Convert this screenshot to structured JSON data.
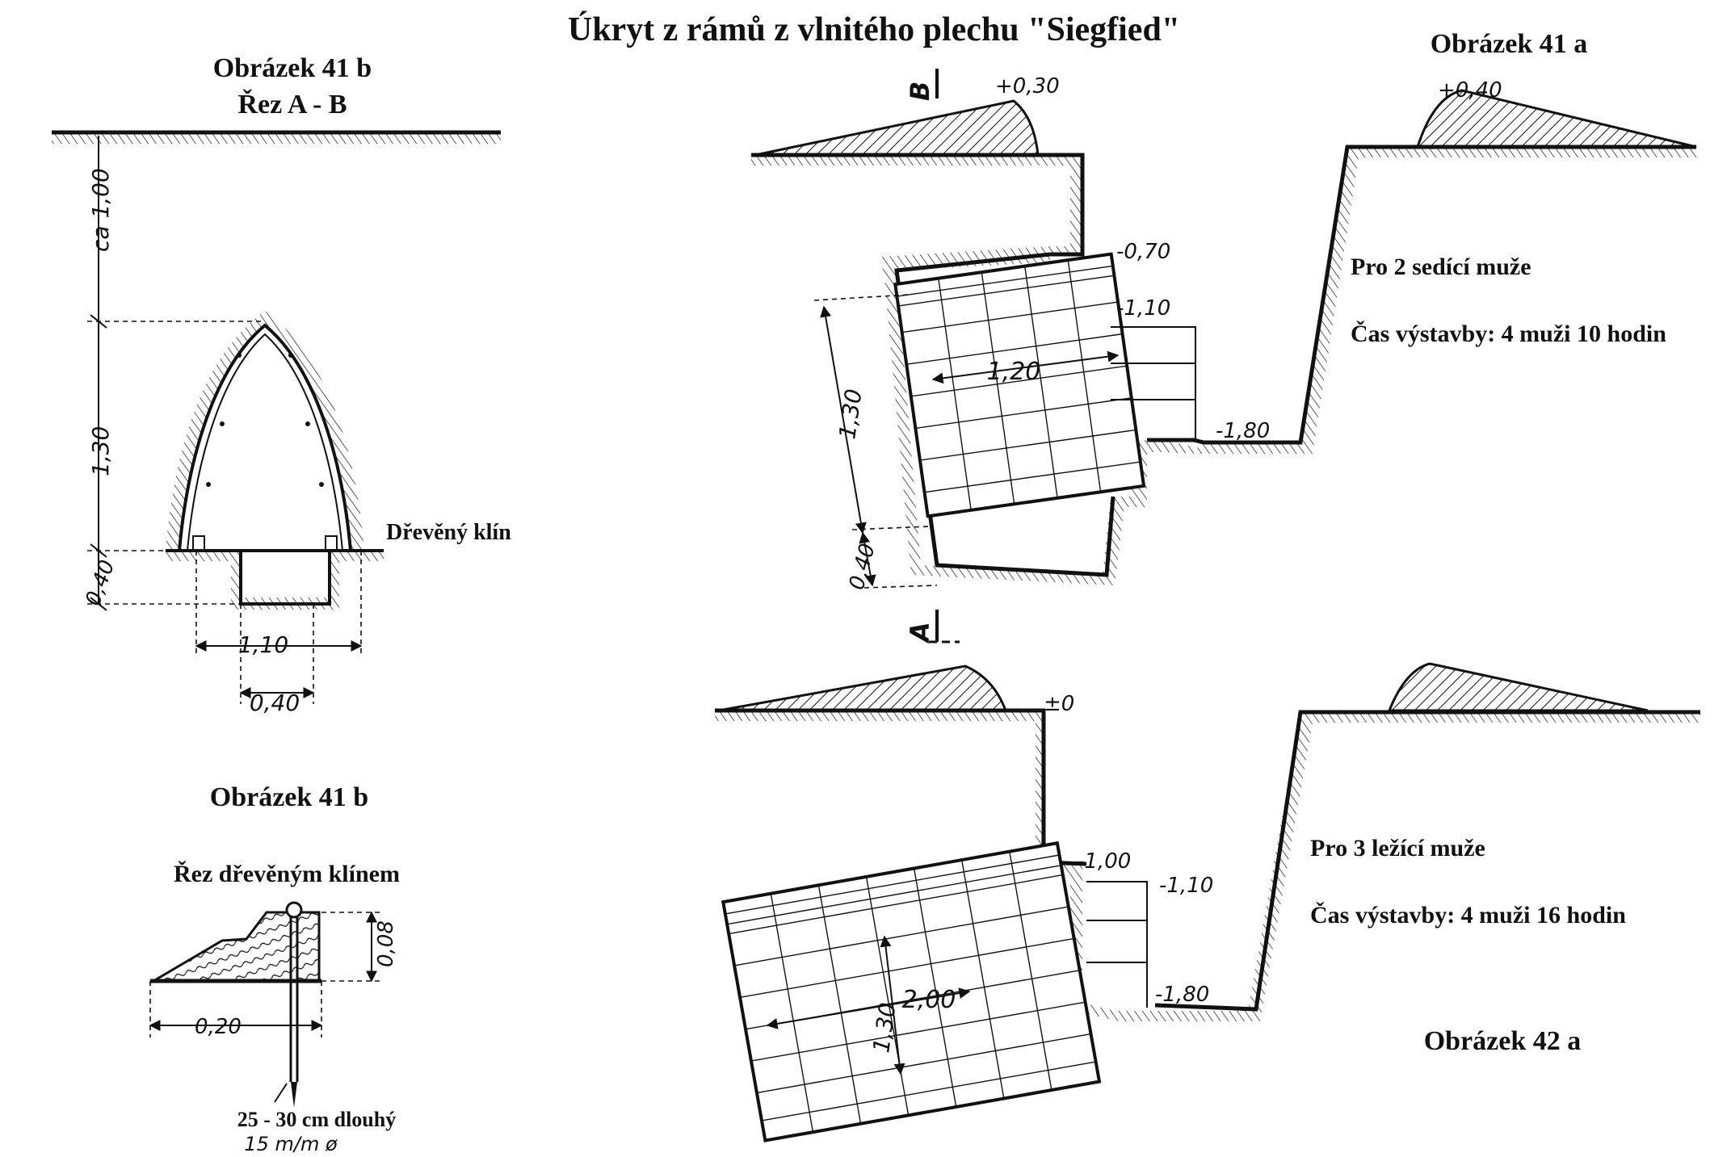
{
  "title": "Úkryt z rámů z vlnitého plechu \"Siegfied\"",
  "fig41b_section": {
    "label": "Obrázek 41 b",
    "sublabel": "Řez A - B",
    "dims": [
      "ca 1,00",
      "1,30",
      "0,40",
      "1,10",
      "0,40"
    ],
    "wedge_label": "Dřevěný klín"
  },
  "fig41b_wedge": {
    "label": "Obrázek 41 b",
    "sublabel": "Řez dřevěným klínem",
    "dims": [
      "0,08",
      "0,20"
    ],
    "nail_length": "25 - 30 cm dlouhý",
    "nail_diameter": "15 m/m ø"
  },
  "fig41a": {
    "label": "Obrázek 41 a",
    "capacity": "Pro 2 sedící muže",
    "build_time": "Čas výstavby: 4 muži 10 hodin",
    "levels": [
      "+0,30",
      "+0,40",
      "-0,70",
      "-1,10",
      "-1,80"
    ],
    "dims": [
      "1,20",
      "1,30",
      "0,40"
    ],
    "section_marks": [
      "B",
      "A"
    ]
  },
  "fig42a": {
    "label": "Obrázek 42 a",
    "capacity": "Pro 3 ležící muže",
    "build_time": "Čas výstavby: 4 muži 16 hodin",
    "levels": [
      "±0",
      "-1,00",
      "-1,10",
      "-1,80"
    ],
    "dims": [
      "2,00",
      "1,30"
    ]
  }
}
